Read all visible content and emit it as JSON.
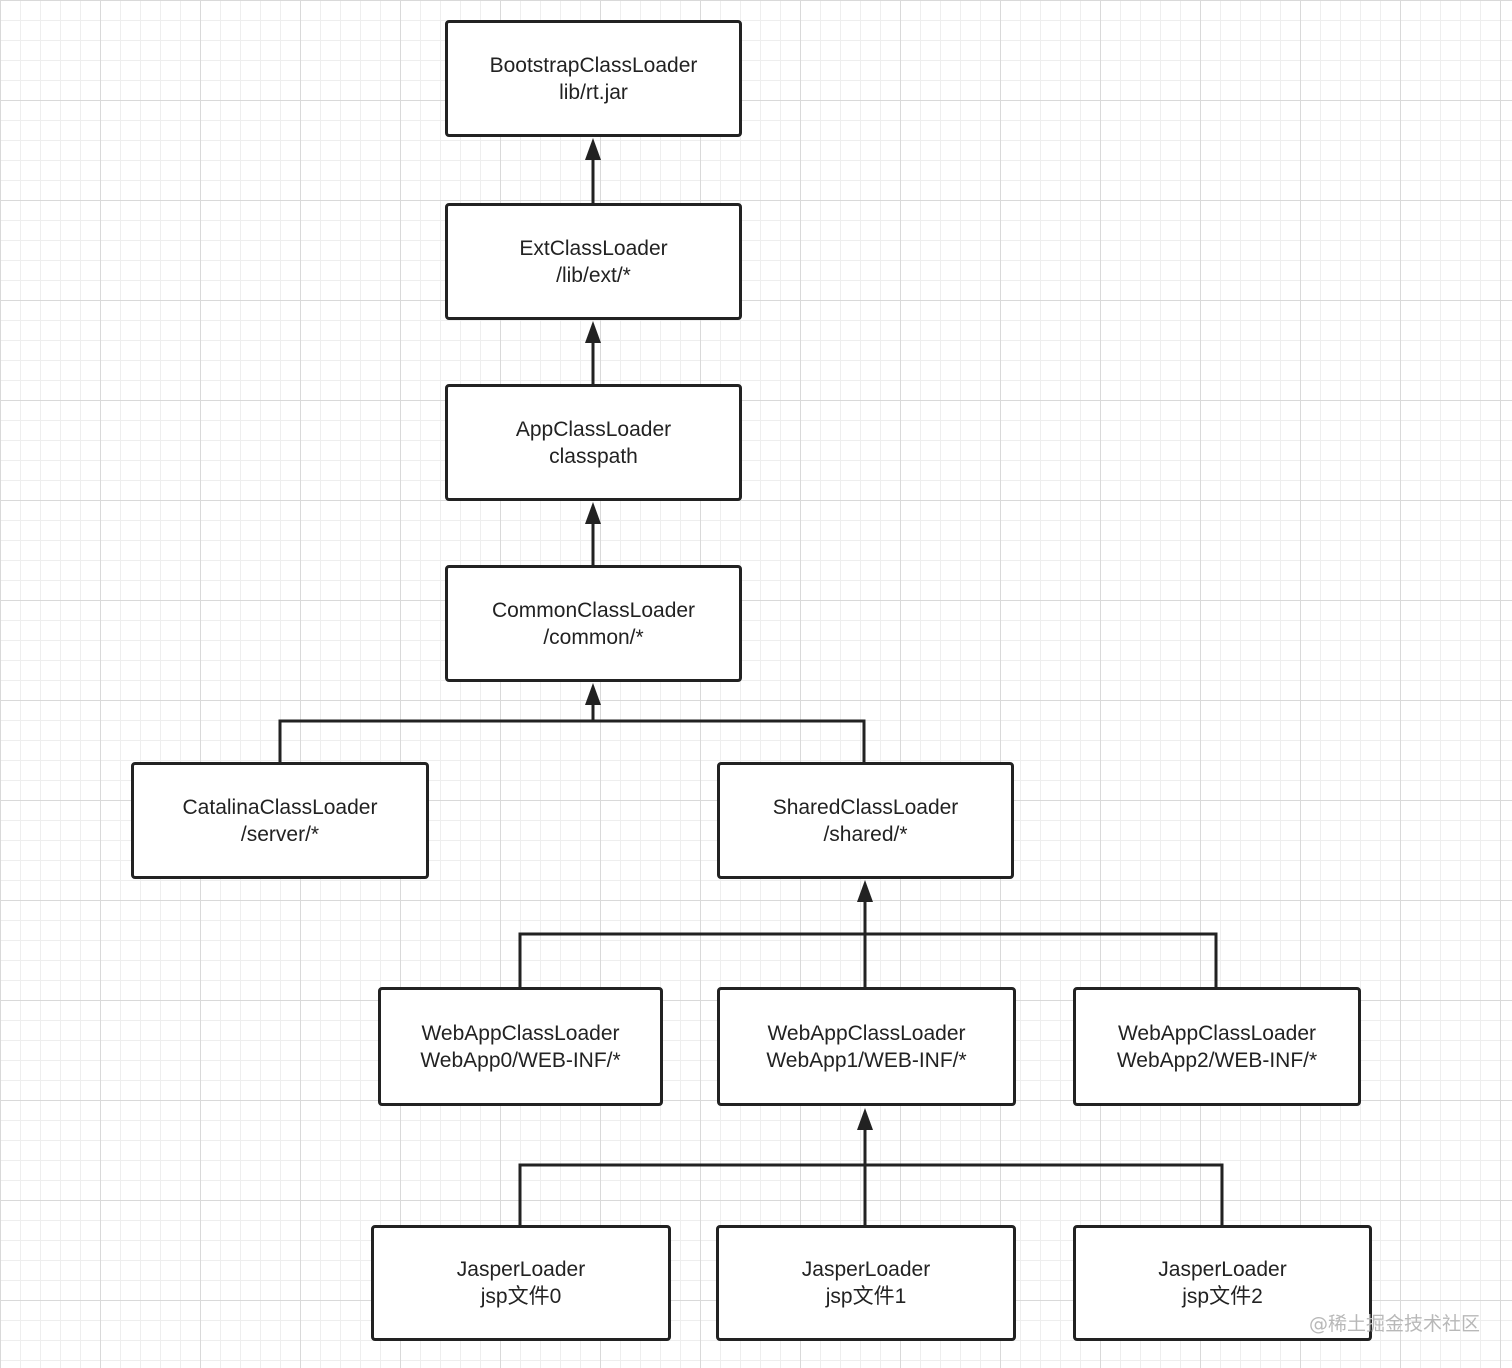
{
  "diagram": {
    "nodes": {
      "bootstrap": {
        "name": "BootstrapClassLoader",
        "path": "lib/rt.jar"
      },
      "ext": {
        "name": "ExtClassLoader",
        "path": "/lib/ext/*"
      },
      "app": {
        "name": "AppClassLoader",
        "path": "classpath"
      },
      "common": {
        "name": "CommonClassLoader",
        "path": "/common/*"
      },
      "catalina": {
        "name": "CatalinaClassLoader",
        "path": "/server/*"
      },
      "shared": {
        "name": "SharedClassLoader",
        "path": "/shared/*"
      },
      "webapp0": {
        "name": "WebAppClassLoader",
        "path": "WebApp0/WEB-INF/*"
      },
      "webapp1": {
        "name": "WebAppClassLoader",
        "path": "WebApp1/WEB-INF/*"
      },
      "webapp2": {
        "name": "WebAppClassLoader",
        "path": "WebApp2/WEB-INF/*"
      },
      "jasper0": {
        "name": "JasperLoader",
        "path": "jsp文件0"
      },
      "jasper1": {
        "name": "JasperLoader",
        "path": "jsp文件1"
      },
      "jasper2": {
        "name": "JasperLoader",
        "path": "jsp文件2"
      }
    },
    "edges": [
      {
        "from": "ext",
        "to": "bootstrap"
      },
      {
        "from": "app",
        "to": "ext"
      },
      {
        "from": "common",
        "to": "app"
      },
      {
        "from": "catalina",
        "to": "common"
      },
      {
        "from": "shared",
        "to": "common"
      },
      {
        "from": "webapp0",
        "to": "shared"
      },
      {
        "from": "webapp1",
        "to": "shared"
      },
      {
        "from": "webapp2",
        "to": "shared"
      },
      {
        "from": "jasper0",
        "to": "webapp1"
      },
      {
        "from": "jasper1",
        "to": "webapp1"
      },
      {
        "from": "jasper2",
        "to": "webapp1"
      }
    ]
  },
  "watermark": "@稀土掘金技术社区",
  "colors": {
    "stroke": "#222222",
    "node_fill": "#ffffff",
    "grid_major": "#d9d9d9",
    "grid_minor": "#eeeeee",
    "watermark": "#b8b8b8"
  }
}
